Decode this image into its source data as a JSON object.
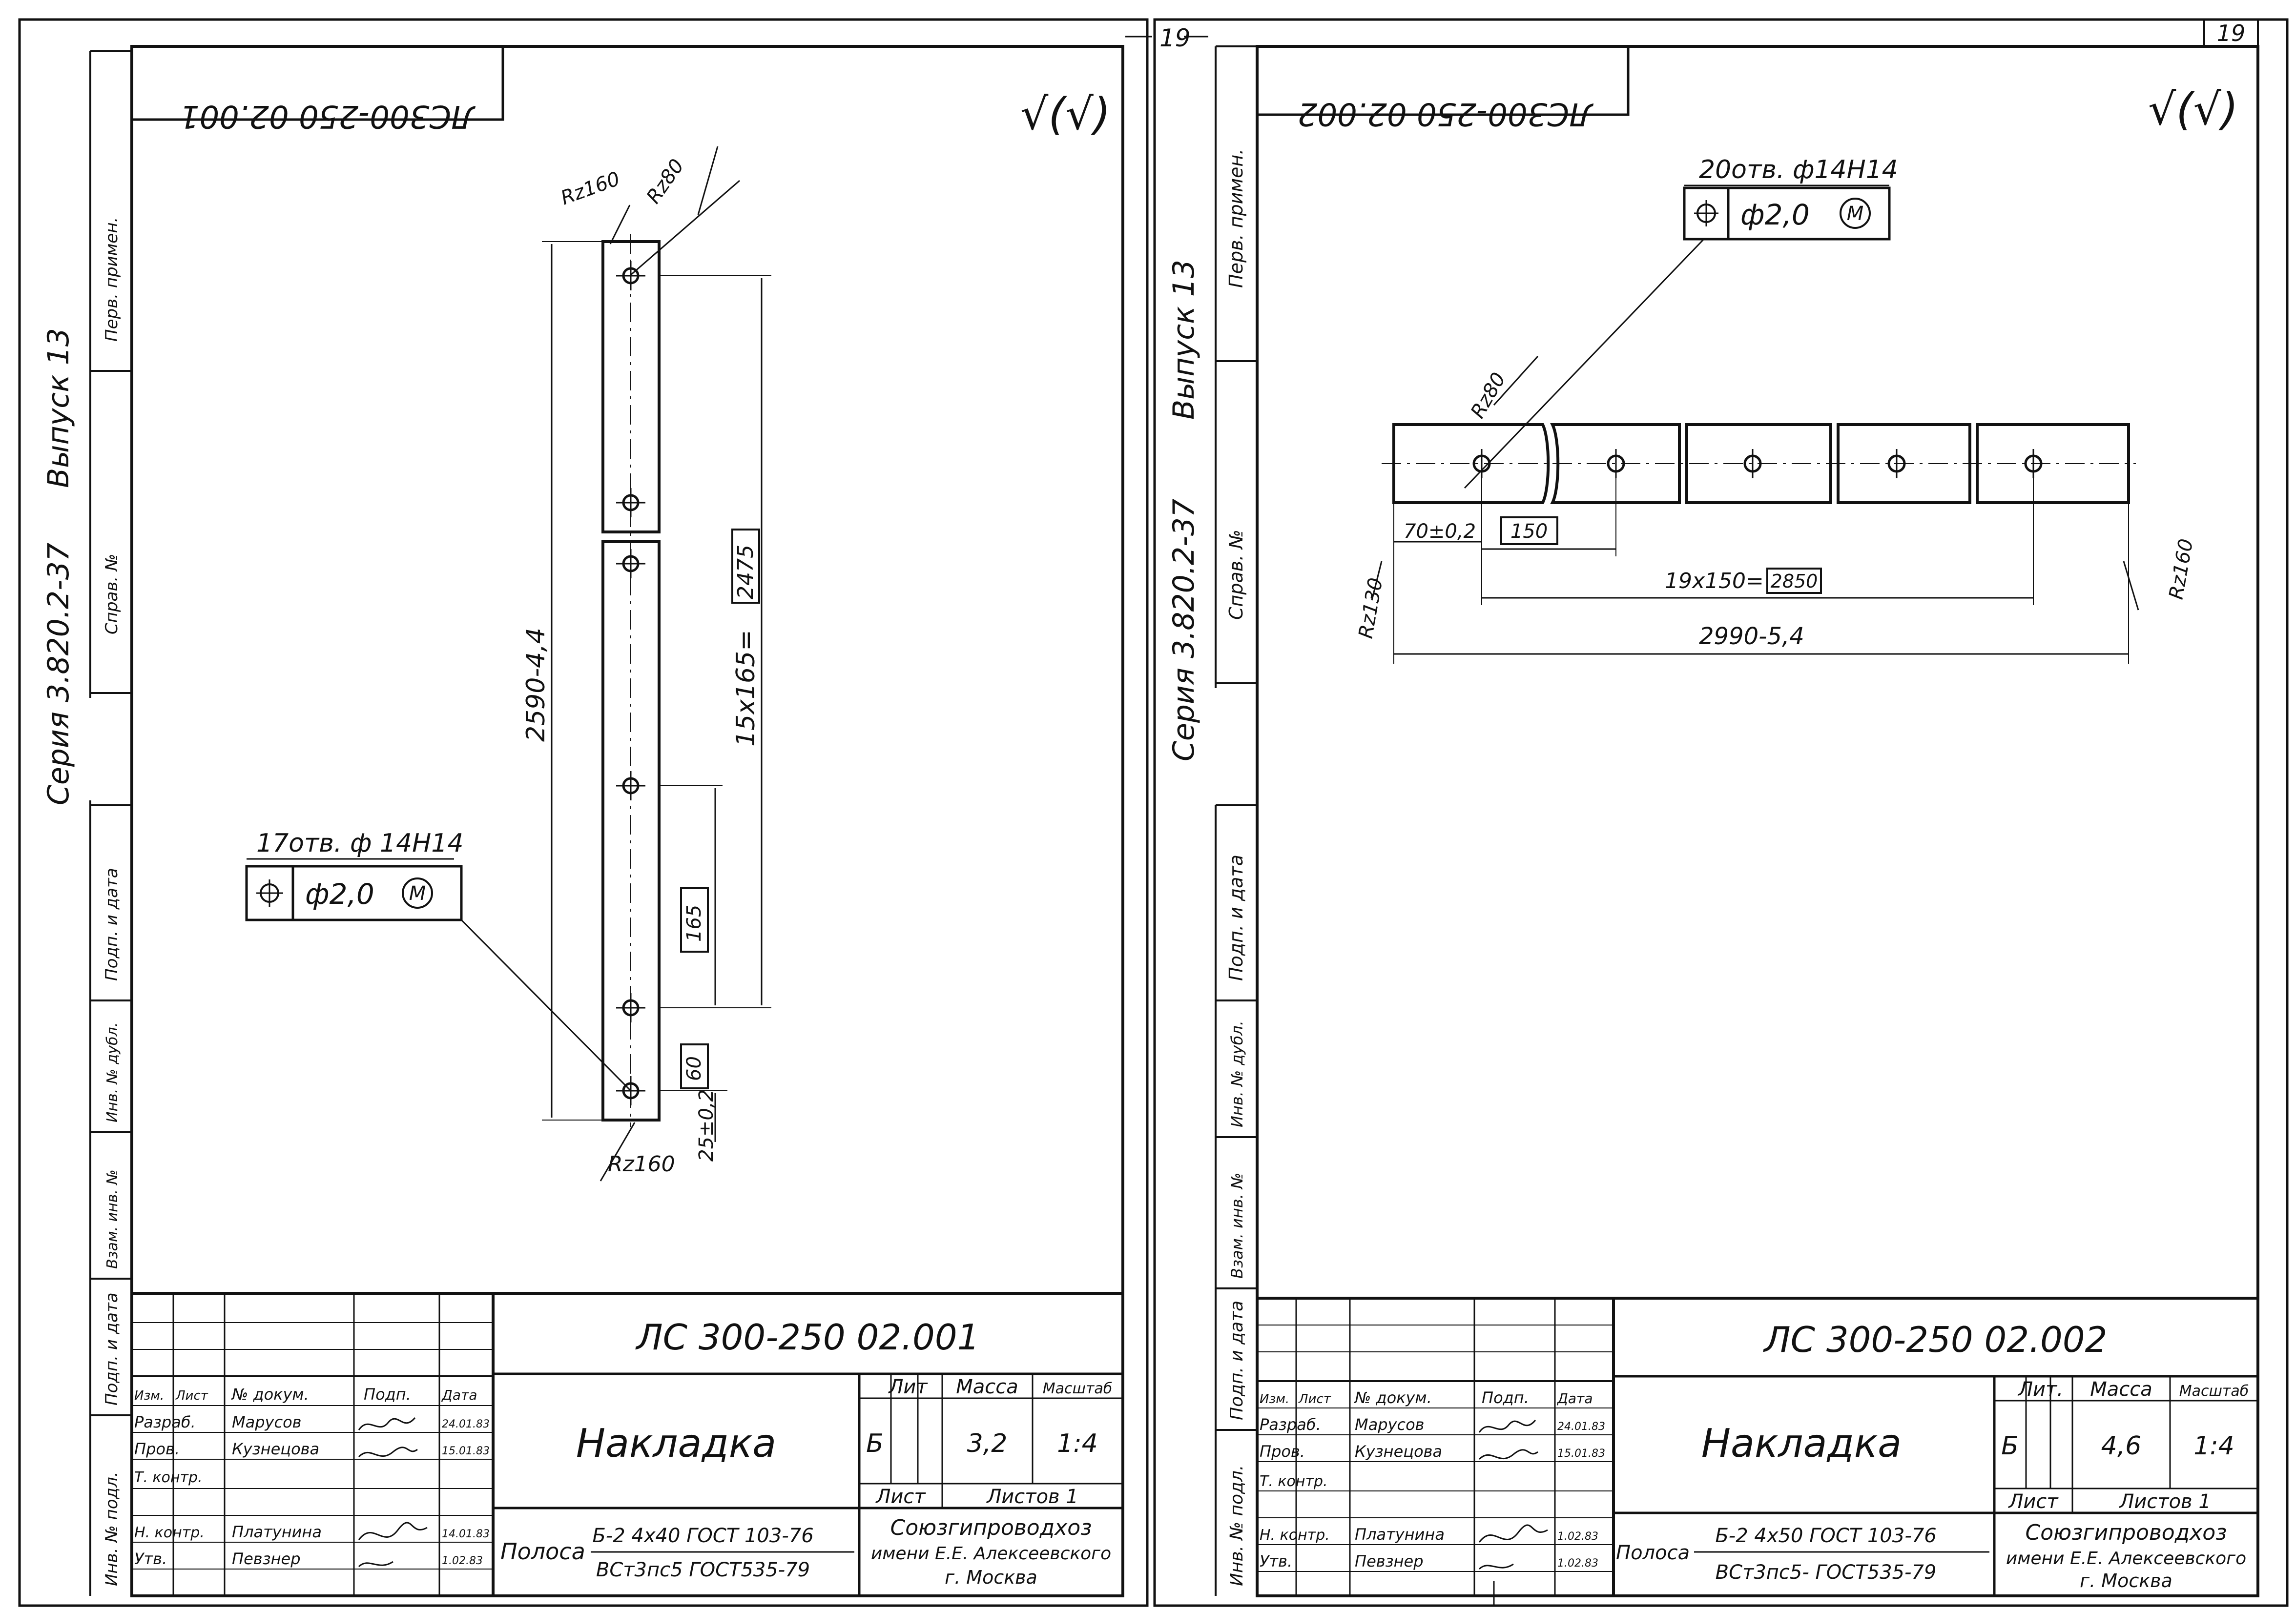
{
  "page_number": "19",
  "page_number_edge": "19",
  "left_sheet": {
    "series": "Серия 3.820.2-37",
    "issue": "Выпуск 13",
    "strip": {
      "perv": "Перв. примен.",
      "sprav": "Справ. №",
      "podp_data": "Подп. и дата",
      "inv_dubl": "Инв. № дубл.",
      "vzam": "Взам. инв. №",
      "podp_data2": "Подп. и дата",
      "inv_podl": "Инв. № подл."
    },
    "mirror_code": "ЛС300-250 02.001",
    "roughness": "√(√)",
    "rz_top": "Rz160",
    "rz_r80": "Rz80",
    "rz_bottom": "Rz160",
    "dim_total": "2590-4,4",
    "dim_pitch": "15x165=",
    "dim_pitch_box": "2475",
    "dim_165": "165",
    "dim_60": "60",
    "dim_25": "25±0,2",
    "holes": "17отв. ф 14Н14",
    "tol_value": "ф2,0",
    "tol_m": "M",
    "tb": {
      "code": "ЛС 300-250 02.001",
      "name": "Накладка",
      "h_izm": "Изм.",
      "h_list": "Лист",
      "h_doc": "№ докум.",
      "h_podp": "Подп.",
      "h_data": "Дата",
      "r_razrab": "Разраб.",
      "n_razrab": "Марусов",
      "d_razrab": "24.01.83",
      "r_prov": "Пров.",
      "n_prov": "Кузнецова",
      "d_prov": "15.01.83",
      "r_tkontr": "Т. контр.",
      "r_nkontr": "Н. контр.",
      "n_nkontr": "Платунина",
      "d_nkontr": "14.01.83",
      "r_utv": "Утв.",
      "n_utv": "Певзнер",
      "d_utv": "1.02.83",
      "lit_h": "Лит",
      "mass_h": "Масса",
      "scale_h": "Масштаб",
      "lit": "Б",
      "mass": "3,2",
      "scale": "1:4",
      "sheet_h": "Лист",
      "sheets_h": "Листов 1",
      "mat_label": "Полоса",
      "mat_top": "Б-2 4х40 ГОСТ 103-76",
      "mat_bottom": "ВСт3пс5 ГОСТ535-79",
      "org1": "Союзгипроводхоз",
      "org2": "имени Е.Е. Алексеевского",
      "org3": "г. Москва"
    }
  },
  "right_sheet": {
    "series": "Серия 3.820.2-37",
    "issue": "Выпуск 13",
    "strip": {
      "perv": "Перв. примен.",
      "sprav": "Справ. №",
      "podp_data": "Подп. и дата",
      "inv_dubl": "Инв. № дубл.",
      "vzam": "Взам. инв. №",
      "podp_data2": "Подп. и дата",
      "inv_podl": "Инв. № подл."
    },
    "mirror_code": "ЛС300-250 02.002",
    "roughness": "√(√)",
    "rz_r80": "Rz80",
    "rz_left": "Rz130",
    "rz_right": "Rz160",
    "holes": "20отв. ф14Н14",
    "tol_value": "ф2,0",
    "tol_m": "M",
    "dim_70": "70±0,2",
    "dim_150": "150",
    "dim_pitch": "19х150=",
    "dim_pitch_box": "2850",
    "dim_total": "2990-5,4",
    "tb": {
      "code": "ЛС 300-250 02.002",
      "name": "Накладка",
      "h_izm": "Изм.",
      "h_list": "Лист",
      "h_doc": "№ докум.",
      "h_podp": "Подп.",
      "h_data": "Дата",
      "r_razrab": "Разраб.",
      "n_razrab": "Марусов",
      "d_razrab": "24.01.83",
      "r_prov": "Пров.",
      "n_prov": "Кузнецова",
      "d_prov": "15.01.83",
      "r_tkontr": "Т. контр.",
      "r_nkontr": "Н. контр.",
      "n_nkontr": "Платунина",
      "d_nkontr": "1.02.83",
      "r_utv": "Утв.",
      "n_utv": "Певзнер",
      "d_utv": "1.02.83",
      "lit_h": "Лит.",
      "mass_h": "Масса",
      "scale_h": "Масштаб",
      "lit": "Б",
      "mass": "4,6",
      "scale": "1:4",
      "sheet_h": "Лист",
      "sheets_h": "Листов 1",
      "mat_label": "Полоса",
      "mat_top": "Б-2 4х50 ГОСТ 103-76",
      "mat_bottom": "ВСт3пс5- ГОСТ535-79",
      "org1": "Союзгипроводхоз",
      "org2": "имени Е.Е. Алексеевского",
      "org3": "г. Москва"
    }
  }
}
